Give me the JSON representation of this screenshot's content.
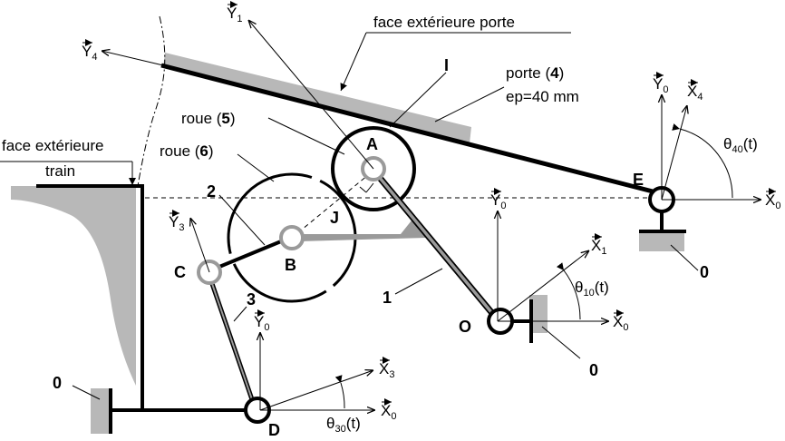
{
  "labels": {
    "face_porte": "face extérieure porte",
    "face_train_l1": "face extérieure",
    "face_train_l2": "train",
    "porte_prefix": "porte (",
    "porte_num": "4",
    "porte_suffix": ")",
    "ep": "ep=40 mm",
    "roue5_prefix": "roue (",
    "roue5_num": "5",
    "roue5_suffix": ")",
    "roue6_prefix": "roue (",
    "roue6_num": "6",
    "roue6_suffix": ")",
    "I": "I",
    "A": "A",
    "B": "B",
    "C": "C",
    "D": "D",
    "E": "E",
    "J": "J",
    "O": "O",
    "n1": "1",
    "n2": "2",
    "n3": "3",
    "n0_left": "0",
    "n0_mid": "0",
    "n0_right": "0"
  },
  "vectors": {
    "Y1": {
      "base": "Y",
      "sub": "1"
    },
    "Y4": {
      "base": "Y",
      "sub": "4"
    },
    "Y0_E": {
      "base": "Y",
      "sub": "0"
    },
    "X4": {
      "base": "X",
      "sub": "4"
    },
    "X0_E": {
      "base": "X",
      "sub": "0"
    },
    "Y0_O": {
      "base": "Y",
      "sub": "0"
    },
    "X1": {
      "base": "X",
      "sub": "1"
    },
    "X0_O": {
      "base": "X",
      "sub": "0"
    },
    "Y3": {
      "base": "Y",
      "sub": "3"
    },
    "Y0_D": {
      "base": "Y",
      "sub": "0"
    },
    "X3": {
      "base": "X",
      "sub": "3"
    },
    "X0_D": {
      "base": "X",
      "sub": "0"
    }
  },
  "angles": {
    "theta40": {
      "sym": "θ",
      "sub": "40",
      "arg": "(t)"
    },
    "theta10": {
      "sym": "θ",
      "sub": "10",
      "arg": "(t)"
    },
    "theta30": {
      "sym": "θ",
      "sub": "30",
      "arg": "(t)"
    }
  },
  "colors": {
    "ink": "#000000",
    "fill_gray": "#b8b8b8",
    "link_gray": "#9a9a9a"
  }
}
